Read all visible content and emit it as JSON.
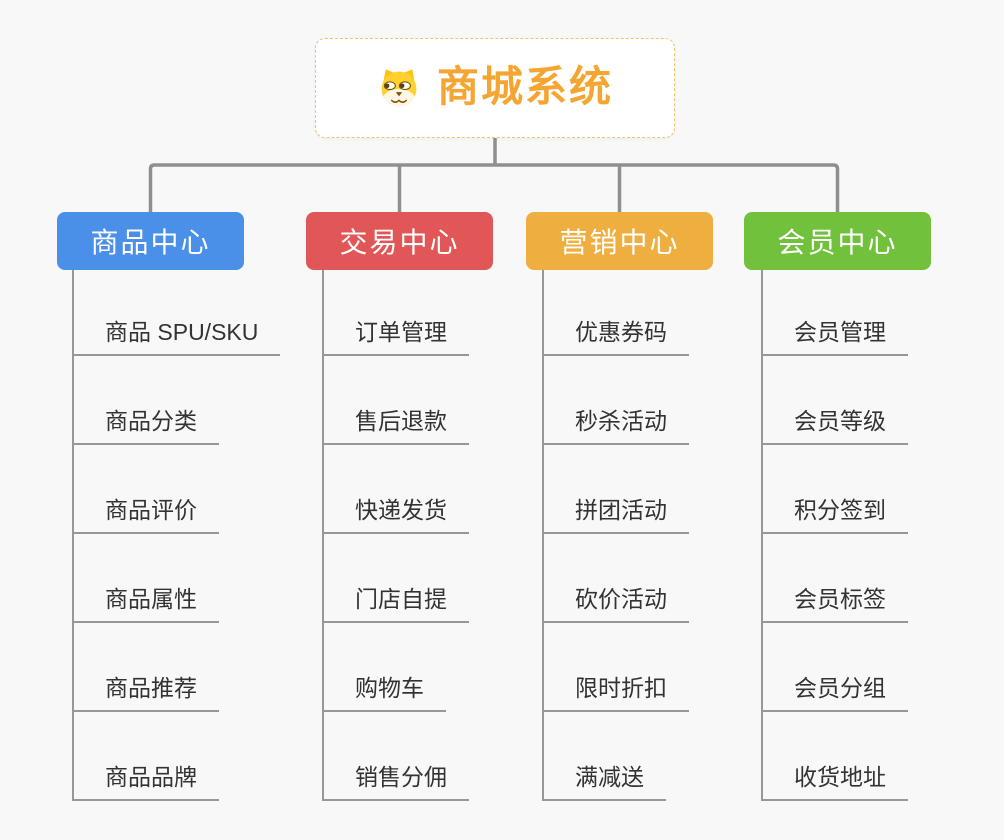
{
  "root": {
    "title": "商城系统",
    "icon": "dog-face-icon"
  },
  "branches": [
    {
      "label": "商品中心",
      "color": "#4a8fe8",
      "items": [
        "商品 SPU/SKU",
        "商品分类",
        "商品评价",
        "商品属性",
        "商品推荐",
        "商品品牌"
      ]
    },
    {
      "label": "交易中心",
      "color": "#e15757",
      "items": [
        "订单管理",
        "售后退款",
        "快递发货",
        "门店自提",
        "购物车",
        "销售分佣"
      ]
    },
    {
      "label": "营销中心",
      "color": "#efae40",
      "items": [
        "优惠券码",
        "秒杀活动",
        "拼团活动",
        "砍价活动",
        "限时折扣",
        "满减送"
      ]
    },
    {
      "label": "会员中心",
      "color": "#72c13d",
      "items": [
        "会员管理",
        "会员等级",
        "积分签到",
        "会员标签",
        "会员分组",
        "收货地址"
      ]
    }
  ],
  "colors": {
    "background": "#f8f8f8",
    "connector_line": "#8f8f8f",
    "leaf_line": "#979797",
    "root_border": "#f2c270",
    "root_text": "#f5a632"
  }
}
